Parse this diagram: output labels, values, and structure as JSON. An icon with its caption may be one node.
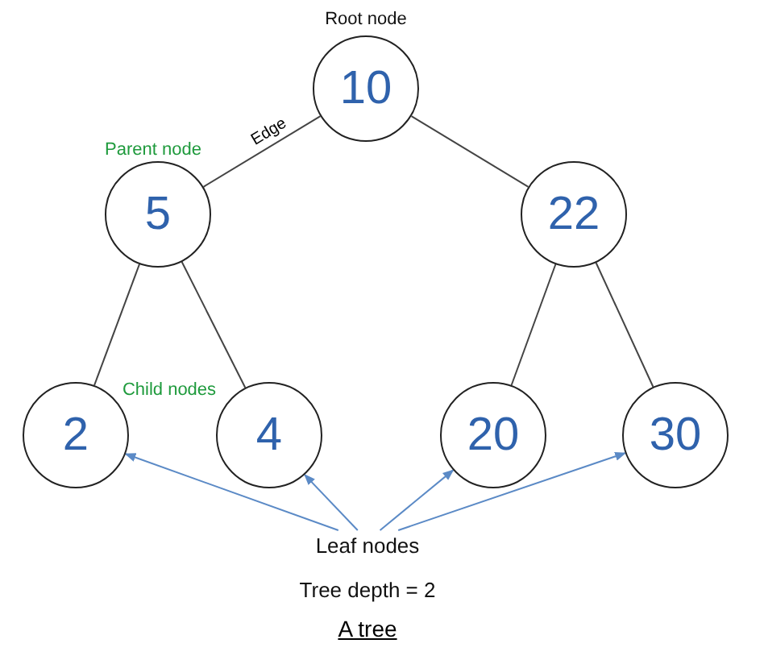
{
  "diagram": {
    "caption": "A tree",
    "nodes": [
      {
        "text": [
          "10"
        ],
        "beside": [
          "Root node"
        ]
      },
      {
        "text": [
          "5"
        ],
        "beside": [
          "Parent node"
        ]
      },
      {
        "text": [
          "22"
        ]
      },
      {
        "text": [
          "2"
        ]
      },
      {
        "text": [
          "4"
        ]
      },
      {
        "text": [
          "20"
        ]
      },
      {
        "text": [
          "30"
        ]
      },
      {
        "text": [
          "Leaf nodes"
        ]
      }
    ],
    "edges": [
      {
        "from": 0,
        "to": 1,
        "arrow": "none",
        "label": "Edge"
      },
      {
        "from": 0,
        "to": 2,
        "arrow": "none"
      },
      {
        "from": 1,
        "to": 3,
        "arrow": "none"
      },
      {
        "from": 1,
        "to": 4,
        "arrow": "none"
      },
      {
        "from": 2,
        "to": 5,
        "arrow": "none"
      },
      {
        "from": 2,
        "to": 6,
        "arrow": "none"
      },
      {
        "from": 7,
        "to": 3,
        "arrow": "to",
        "color": "#5b8ac6"
      },
      {
        "from": 7,
        "to": 4,
        "arrow": "to",
        "color": "#5b8ac6"
      },
      {
        "from": 7,
        "to": 5,
        "arrow": "to",
        "color": "#5b8ac6"
      },
      {
        "from": 7,
        "to": 6,
        "arrow": "to",
        "color": "#5b8ac6"
      }
    ],
    "labels": [
      "Child nodes",
      "Tree depth = 2"
    ]
  }
}
